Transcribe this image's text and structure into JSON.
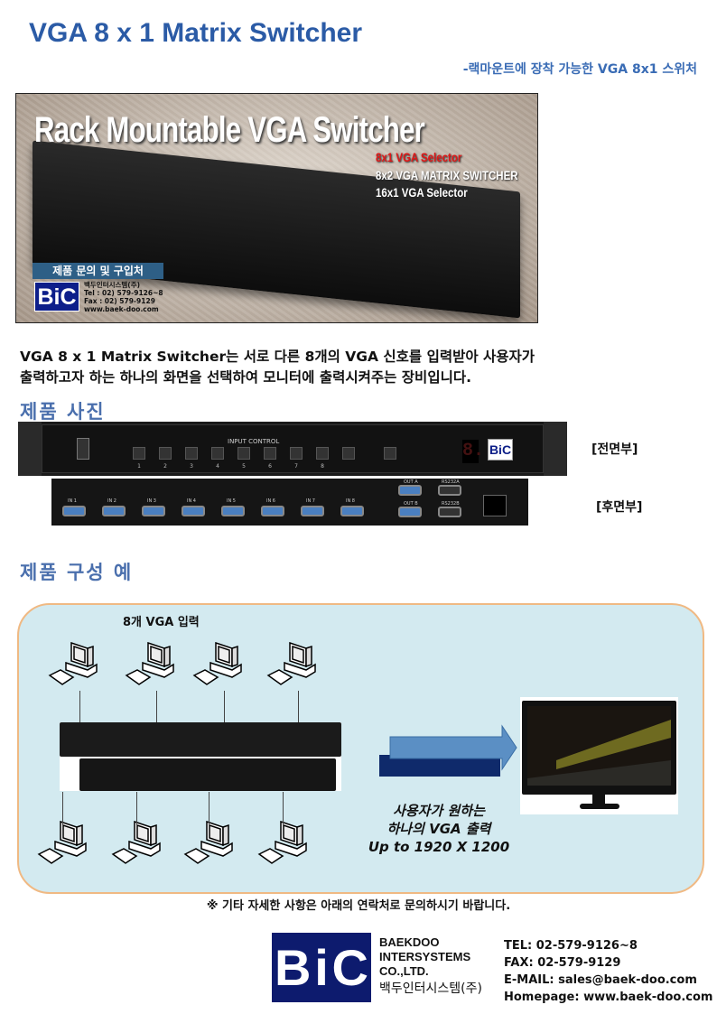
{
  "header": {
    "title": "VGA 8 x 1 Matrix Switcher",
    "subtitle": "-랙마운트에 장착 가능한 VGA 8x1 스위처"
  },
  "banner": {
    "headline": "Rack Mountable VGA Switcher",
    "lines": [
      "8x1 VGA Selector",
      "8x2 VGA MATRIX SWITCHER",
      "16x1 VGA Selector"
    ],
    "contact_heading": "제품 문의 및 구입처",
    "logo": "BiC",
    "contact_lines": [
      "백두인터시스템(주)",
      "Tel : 02) 579-9126~8",
      "Fax : 02) 579-9129",
      "www.baek-doo.com"
    ],
    "accent_color": "#e01818"
  },
  "description": [
    "VGA 8 x 1 Matrix Switcher는 서로 다른 8개의 VGA 신호를 입력받아 사용자가",
    "출력하고자 하는 하나의 화면을 선택하여 모니터에 출력시켜주는 장비입니다."
  ],
  "photos": {
    "heading": "제품 사진",
    "front_label": "[전면부]",
    "rear_label": "[후면부]",
    "front_panel": {
      "input_control": "INPUT CONTROL",
      "buttons": [
        "1",
        "2",
        "3",
        "4",
        "5",
        "6",
        "7",
        "8"
      ],
      "display": "8.",
      "logo": "BiC"
    },
    "rear_panel": {
      "inputs": [
        "IN 1",
        "IN 2",
        "IN 3",
        "IN 4",
        "IN 5",
        "IN 6",
        "IN 7",
        "IN 8"
      ],
      "outputs": [
        "OUT A",
        "OUT B"
      ],
      "serial": [
        "RS232A",
        "RS232B"
      ]
    }
  },
  "example": {
    "heading": "제품 구성 예",
    "inputs_label": "8개  VGA 입력",
    "caption": [
      "사용자가 원하는",
      "하나의 VGA 출력",
      "Up to 1920 X 1200"
    ]
  },
  "note": "※ 기타 자세한 사항은 아래의 연락처로 문의하시기 바랍니다.",
  "footer": {
    "logo": "BiC",
    "company": [
      "BAEKDOO",
      "INTERSYSTEMS",
      "CO.,LTD.",
      "백두인터시스템(주)"
    ],
    "contact": [
      "TEL: 02-579-9126~8",
      "FAX: 02-579-9129",
      "E-MAIL: sales@baek-doo.com",
      "Homepage: www.baek-doo.com"
    ]
  }
}
